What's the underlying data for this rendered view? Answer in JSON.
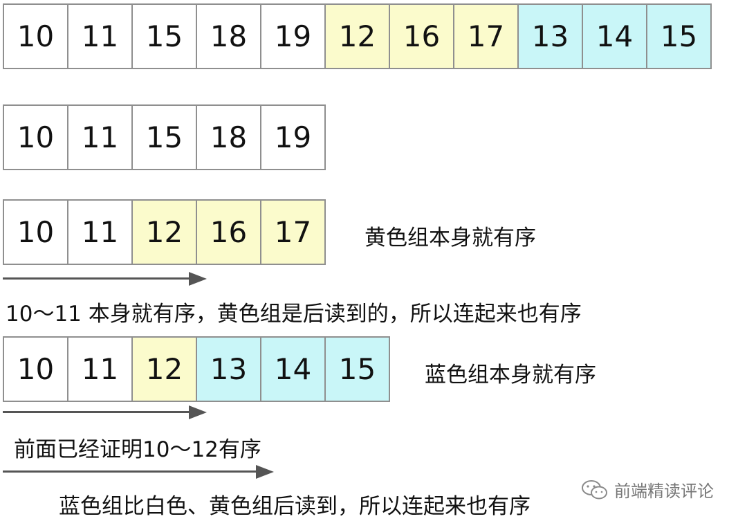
{
  "colors": {
    "white": "#ffffff",
    "yellow": "#fbfbcc",
    "blue": "#c9f6f8",
    "border": "#8f8f8f",
    "arrow": "#555555"
  },
  "rows": [
    {
      "cells": [
        {
          "value": "10",
          "color": "white"
        },
        {
          "value": "11",
          "color": "white"
        },
        {
          "value": "15",
          "color": "white"
        },
        {
          "value": "18",
          "color": "white"
        },
        {
          "value": "19",
          "color": "white"
        },
        {
          "value": "12",
          "color": "yellow"
        },
        {
          "value": "16",
          "color": "yellow"
        },
        {
          "value": "17",
          "color": "yellow"
        },
        {
          "value": "13",
          "color": "blue"
        },
        {
          "value": "14",
          "color": "blue"
        },
        {
          "value": "15",
          "color": "blue"
        }
      ]
    },
    {
      "cells": [
        {
          "value": "10",
          "color": "white"
        },
        {
          "value": "11",
          "color": "white"
        },
        {
          "value": "15",
          "color": "white"
        },
        {
          "value": "18",
          "color": "white"
        },
        {
          "value": "19",
          "color": "white"
        }
      ]
    },
    {
      "cells": [
        {
          "value": "10",
          "color": "white"
        },
        {
          "value": "11",
          "color": "white"
        },
        {
          "value": "12",
          "color": "yellow"
        },
        {
          "value": "16",
          "color": "yellow"
        },
        {
          "value": "17",
          "color": "yellow"
        }
      ]
    },
    {
      "cells": [
        {
          "value": "10",
          "color": "white"
        },
        {
          "value": "11",
          "color": "white"
        },
        {
          "value": "12",
          "color": "yellow"
        },
        {
          "value": "13",
          "color": "blue"
        },
        {
          "value": "14",
          "color": "blue"
        },
        {
          "value": "15",
          "color": "blue"
        }
      ]
    }
  ],
  "labels": {
    "yellow_sorted": "黄色组本身就有序",
    "blue_sorted": "蓝色组本身就有序",
    "note_10_11": "10～11 本身就有序，黄色组是后读到的，所以连起来也有序",
    "note_10_12": "前面已经证明10～12有序",
    "note_blue": "蓝色组比白色、黄色组后读到，所以连起来也有序"
  },
  "watermark": {
    "text": "前端精读评论",
    "icon": "wechat-icon"
  }
}
